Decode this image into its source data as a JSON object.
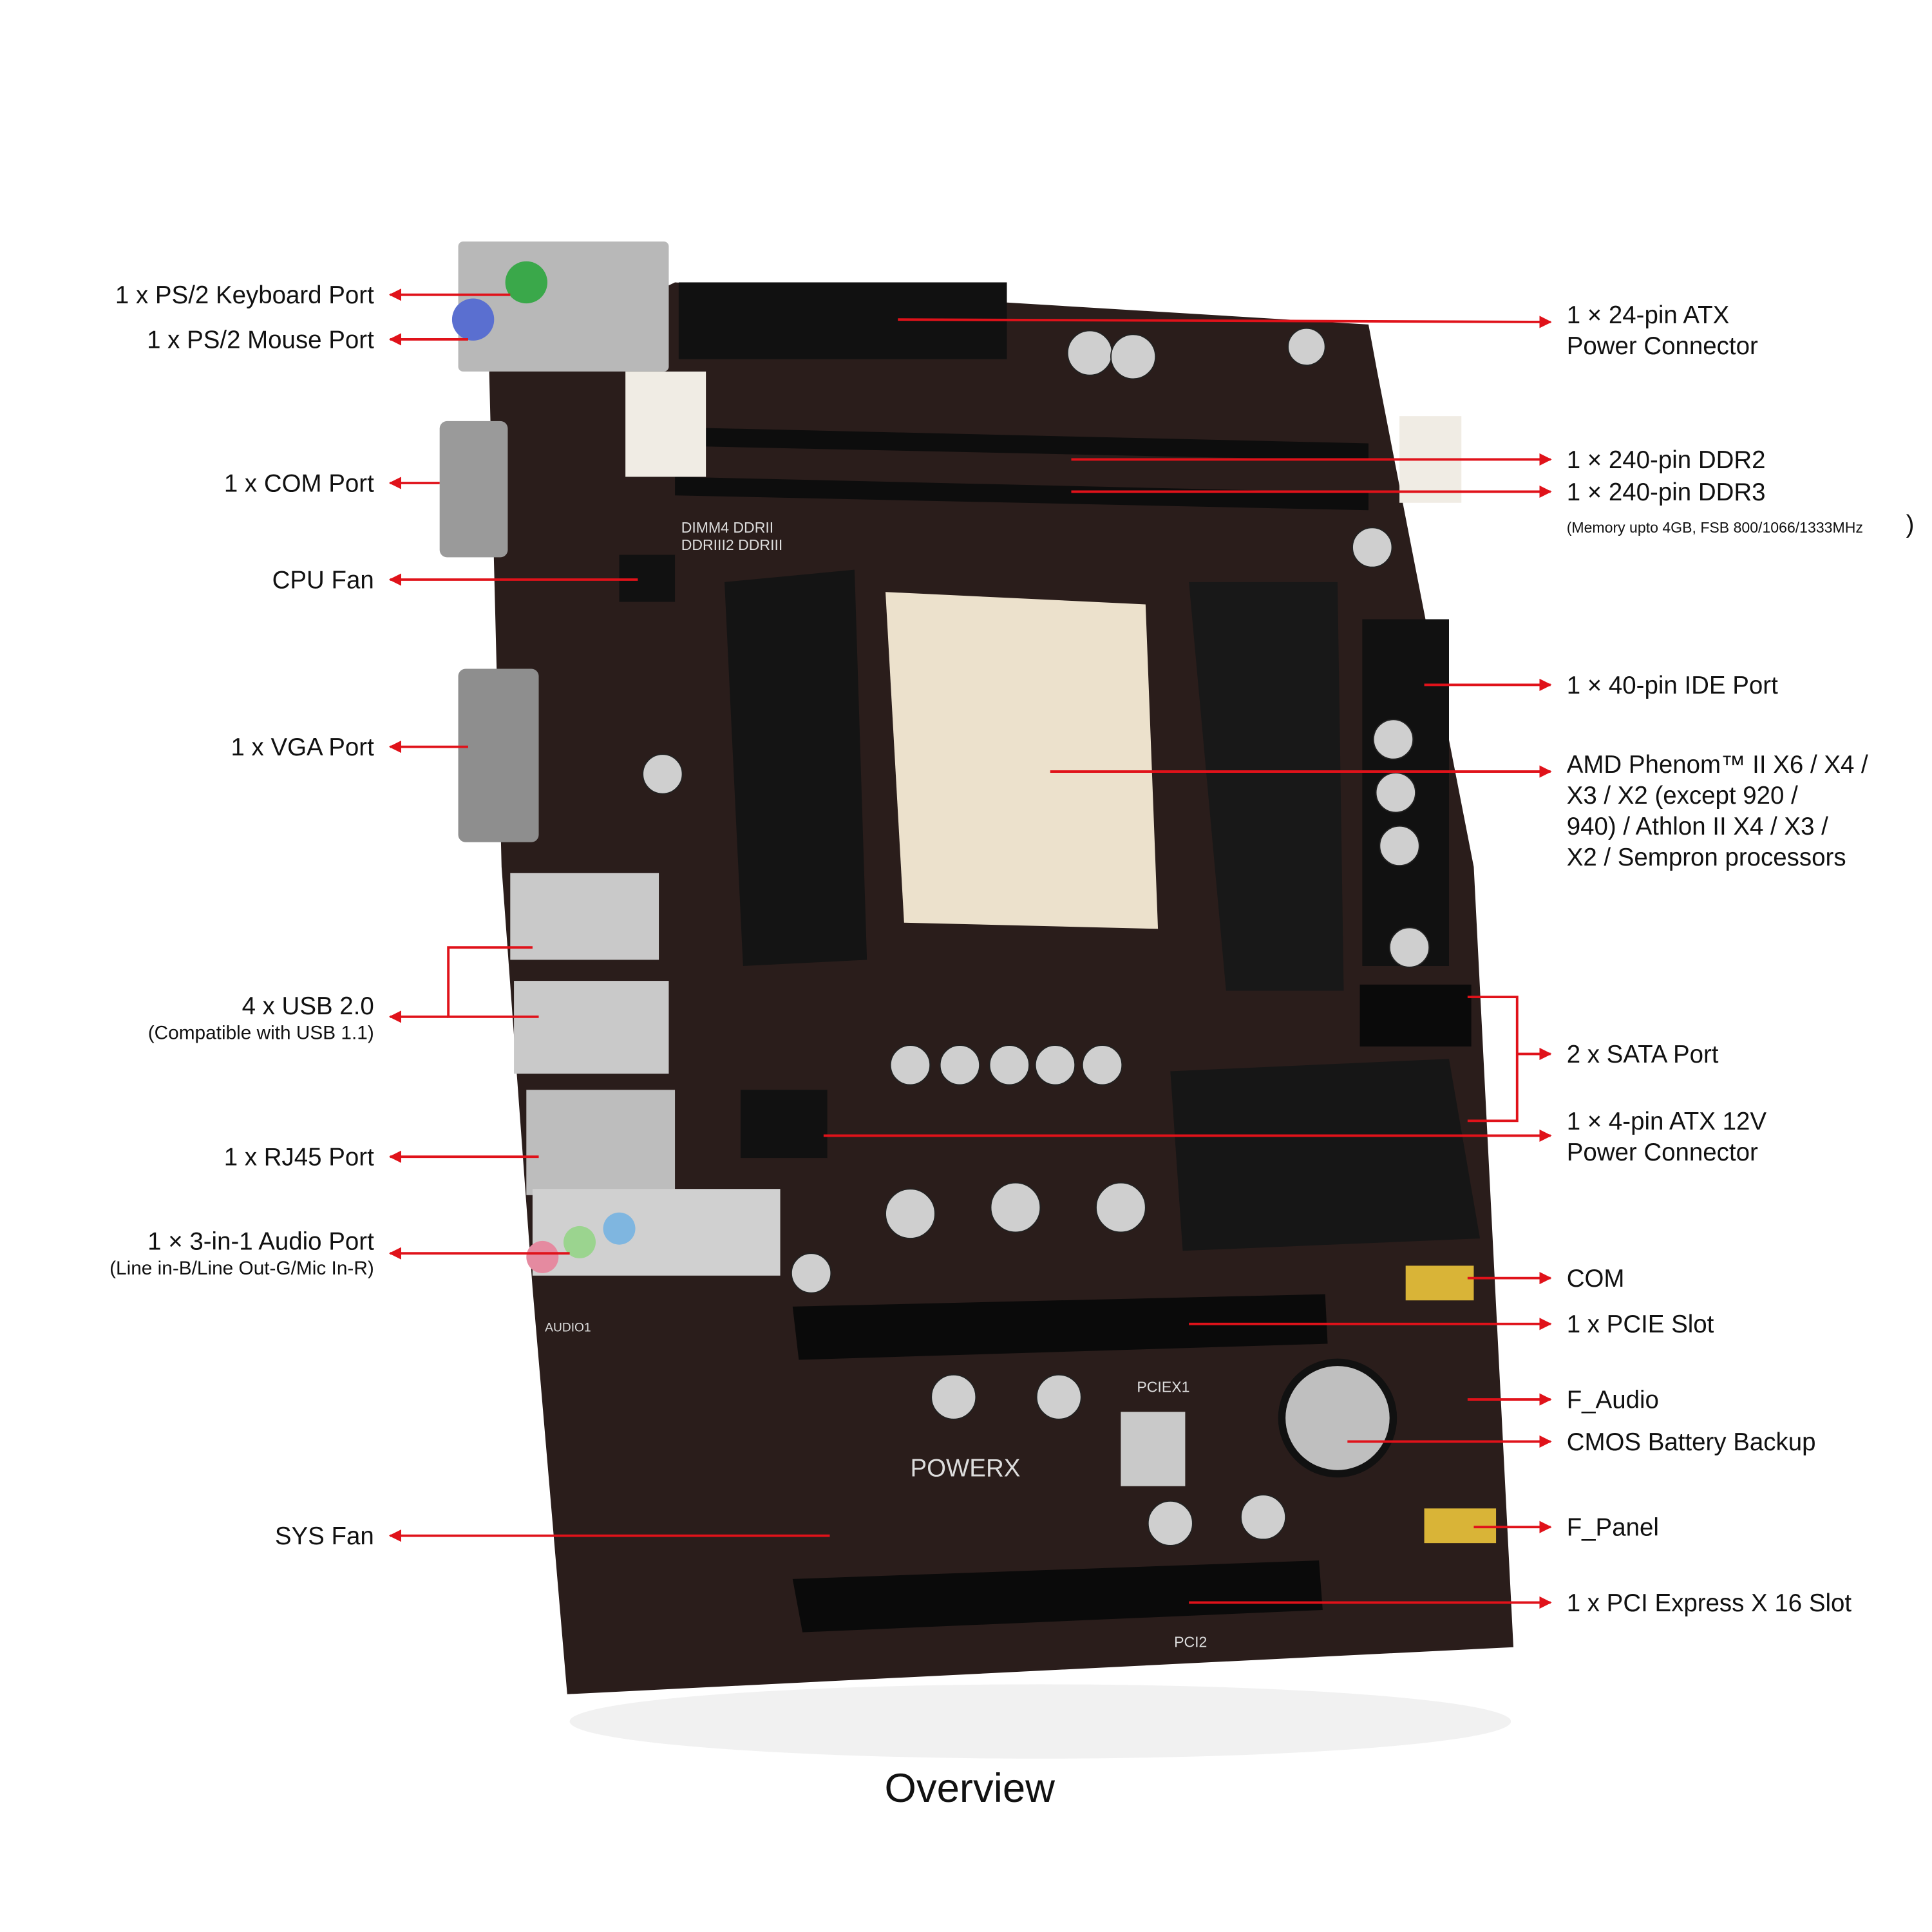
{
  "caption": "Overview",
  "brand": "POWERX",
  "accent_color": "#e0121a",
  "board_color": "#2a1d1b",
  "left_labels": {
    "ps2_keyboard": "1 x PS/2 Keyboard Port",
    "ps2_mouse": "1 x PS/2 Mouse Port",
    "com_port": "1 x COM Port",
    "cpu_fan": "CPU Fan",
    "vga_port": "1 x VGA Port",
    "usb": "4 x USB 2.0",
    "usb_note": "(Compatible with USB 1.1)",
    "rj45": "1 x RJ45 Port",
    "audio": "1 × 3-in-1 Audio Port",
    "audio_note": "(Line in-B/Line Out-G/Mic In-R)",
    "sys_fan": "SYS Fan"
  },
  "right_labels": {
    "atx24_line1": "1 × 24-pin ATX",
    "atx24_line2": "Power Connector",
    "ddr2": "1 × 240-pin DDR2",
    "ddr3": "1 × 240-pin DDR3",
    "memory_note": "(Memory upto 4GB, FSB 800/1066/1333MHz",
    "memory_note_paren": ")",
    "ide": "1 × 40-pin IDE Port",
    "cpu_line1": "AMD Phenom™ II X6 / X4 /",
    "cpu_line2": "X3 / X2 (except 920 /",
    "cpu_line3": "940) / Athlon II X4 / X3 /",
    "cpu_line4": "X2 / Sempron processors",
    "sata": "2 x SATA Port",
    "atx4_line1": "1 × 4-pin ATX 12V",
    "atx4_line2": "Power Connector",
    "com": "COM",
    "pcie": "1 x PCIE Slot",
    "f_audio": "F_Audio",
    "cmos": "CMOS Battery Backup",
    "f_panel": "F_Panel",
    "pcie_x16": "1 x PCI Express X 16 Slot"
  },
  "silkscreen": {
    "dimm": "DIMM4  DDRII",
    "dimm2": "DDRIII2 DDRIII",
    "pciex1": "PCIEX1",
    "pci2": "PCI2",
    "audio1": "AUDIO1"
  }
}
